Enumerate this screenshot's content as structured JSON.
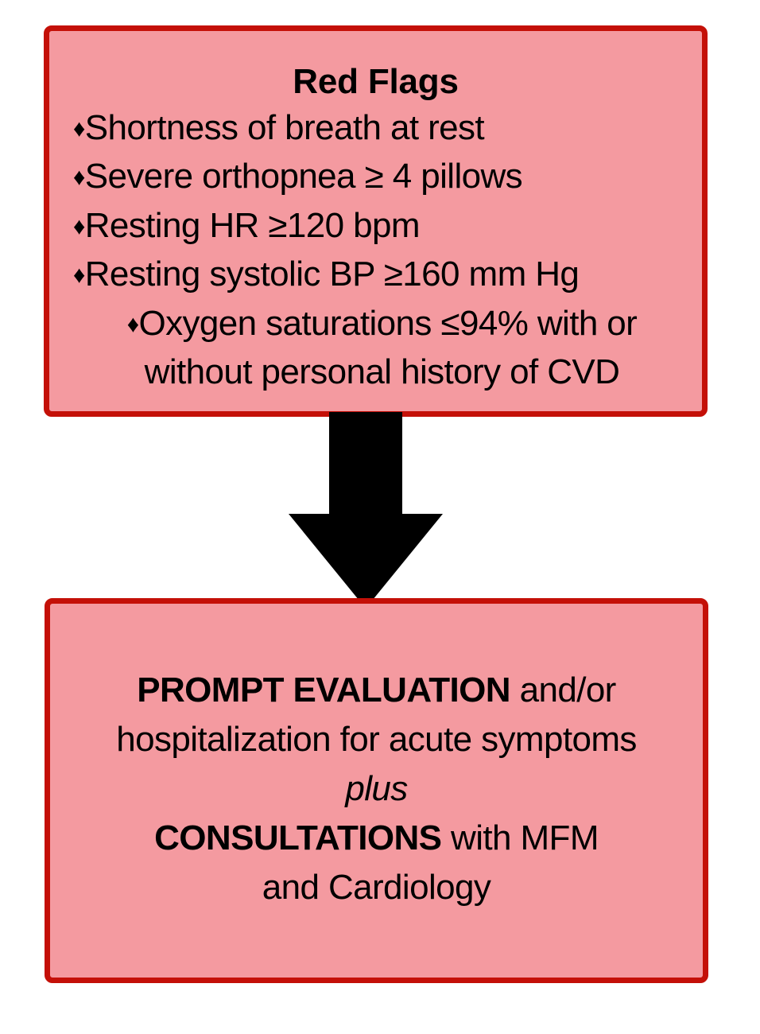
{
  "diagram": {
    "type": "flowchart",
    "orientation": "vertical",
    "colors": {
      "box_fill": "#F49AA0",
      "box_border": "#C41008",
      "text": "#000000",
      "arrow": "#000000",
      "background": "#FFFFFF"
    },
    "nodes": {
      "red_flags": {
        "title": "Red Flags",
        "bullet_glyph": "♦",
        "items": [
          "Shortness of breath at rest",
          "Severe orthopnea ≥ 4 pillows",
          "Resting HR ≥120 bpm",
          "Resting systolic BP ≥160 mm Hg"
        ],
        "wrapped_item": {
          "line1": "Oxygen saturations ≤94% with or",
          "line2": "without personal history of CVD"
        }
      },
      "action": {
        "lines": [
          {
            "bold": "PROMPT EVALUATION",
            "normal": " and/or"
          },
          {
            "normal": "hospitalization for acute symptoms"
          },
          {
            "italic": "plus"
          },
          {
            "bold": "CONSULTATIONS",
            "normal": " with MFM"
          },
          {
            "normal": "and Cardiology"
          }
        ]
      }
    },
    "connector": {
      "kind": "down-arrow",
      "from": "red_flags",
      "to": "action"
    }
  }
}
